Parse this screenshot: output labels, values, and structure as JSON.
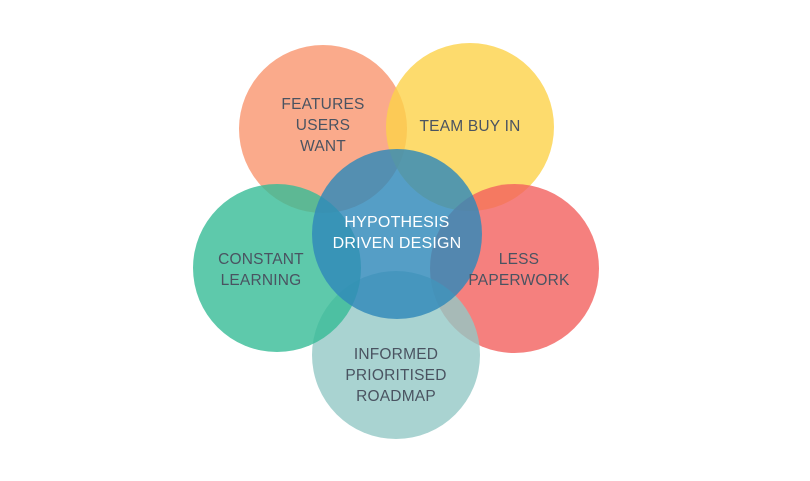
{
  "diagram": {
    "center": {
      "lines": [
        "HYPOTHESIS",
        "DRIVEN DESIGN"
      ],
      "color": "#2f89b9"
    },
    "petals": [
      {
        "id": "features",
        "lines": [
          "FEATURES",
          "USERS",
          "WANT"
        ],
        "color": "#f9956e"
      },
      {
        "id": "team",
        "lines": [
          "TEAM BUY IN"
        ],
        "color": "#fdd249"
      },
      {
        "id": "paper",
        "lines": [
          "LESS",
          "PAPERWORK"
        ],
        "color": "#f2605e"
      },
      {
        "id": "roadmap",
        "lines": [
          "INFORMED",
          "PRIORITISED",
          "ROADMAP"
        ],
        "color": "#93c8c6"
      },
      {
        "id": "learning",
        "lines": [
          "CONSTANT",
          "LEARNING"
        ],
        "color": "#36bb96"
      }
    ]
  }
}
